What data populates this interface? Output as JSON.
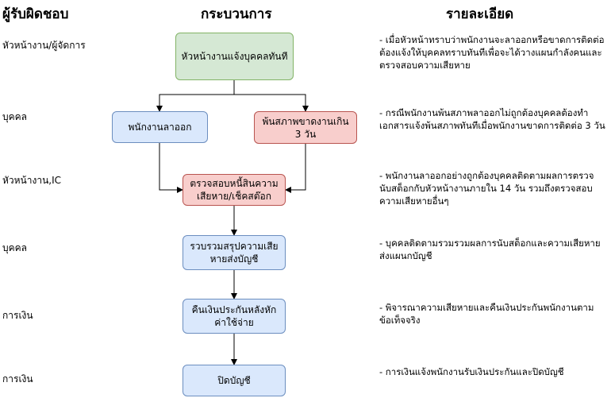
{
  "headers": {
    "responsible": "ผู้รับผิดชอบ",
    "process": "กระบวนการ",
    "details": "รายละเอียด"
  },
  "rows": [
    {
      "role": "หัวหน้างาน/ผู้จัดการ",
      "description": "- เมื่อหัวหน้าทราบว่าพนักงานจะลาออกหรือขาดการติดต่อต้องแจ้งให้บุคคลทราบทันทีเพื่อจะได้วางแผนกำลังคนและตรวจสอบความเสียหาย"
    },
    {
      "role": "บุคคล",
      "description": "- กรณีพนักงานพ้นสภาพลาออกไม่ถูกต้องบุคคลต้องทำเอกสารแจ้งพ้นสภาพทันทีเมื่อพนักงานขาดการติดต่อ 3 วัน"
    },
    {
      "role": "หัวหน้างาน,IC",
      "description": "- พนักงานลาออกอย่างถูกต้องบุคคลติดตามผลการตรวจนับสต็อกกับหัวหน้างานภายใน 14 วัน รวมถึงตรวจสอบความเสียหายอื่นๆ"
    },
    {
      "role": "บุคคล",
      "description": "- บุคคลติดตามรวมรวมผลการนับสต็อกและความเสียหายส่งแผนกบัญชี"
    },
    {
      "role": "การเงิน",
      "description": "- พิจารณาความเสียหายและคืนเงินประกันพนักงานตามข้อเท็จจริง"
    },
    {
      "role": "การเงิน",
      "description": "- การเงินแจ้งพนักงานรับเงินประกันและปิดบัญชี"
    }
  ],
  "nodes": {
    "notify": "หัวหน้างานแจ้งบุคคลทันที",
    "resign": "พนักงานลาออก",
    "absent": "พ้นสภาพขาดงานเกิน 3 วัน",
    "inspect": "ตรวจสอบหนี้สินความเสียหาย/เช็คสต๊อก",
    "summary": "รวบรวมสรุปความเสียหายส่งบัญชี",
    "refund": "คืนเงินประกันหลังหักค่าใช้จ่าย",
    "close": "ปิดบัญชี"
  },
  "colors": {
    "green_fill": "#d5e8d4",
    "green_stroke": "#82b366",
    "blue_fill": "#dae8fc",
    "blue_stroke": "#6c8ebf",
    "red_fill": "#f8cecc",
    "red_stroke": "#b85450"
  }
}
